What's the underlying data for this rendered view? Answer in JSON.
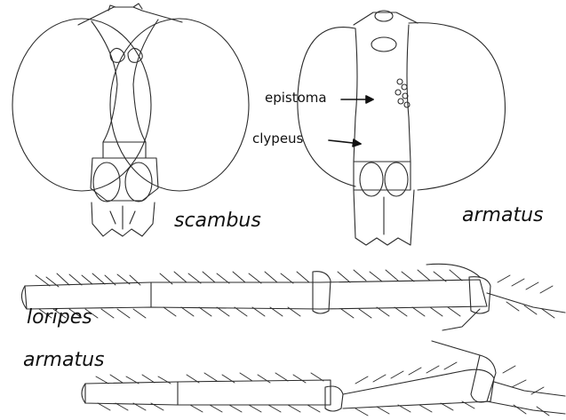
{
  "figure": {
    "head_scambus": "scambus",
    "head_armatus": "armatus",
    "annotation_epistoma": "epistoma",
    "annotation_clypeus": "clypeus",
    "leg_loripes": "loripes",
    "leg_armatus": "armatus"
  },
  "colors": {
    "ink": "#2b2b2b",
    "background": "#ffffff"
  }
}
